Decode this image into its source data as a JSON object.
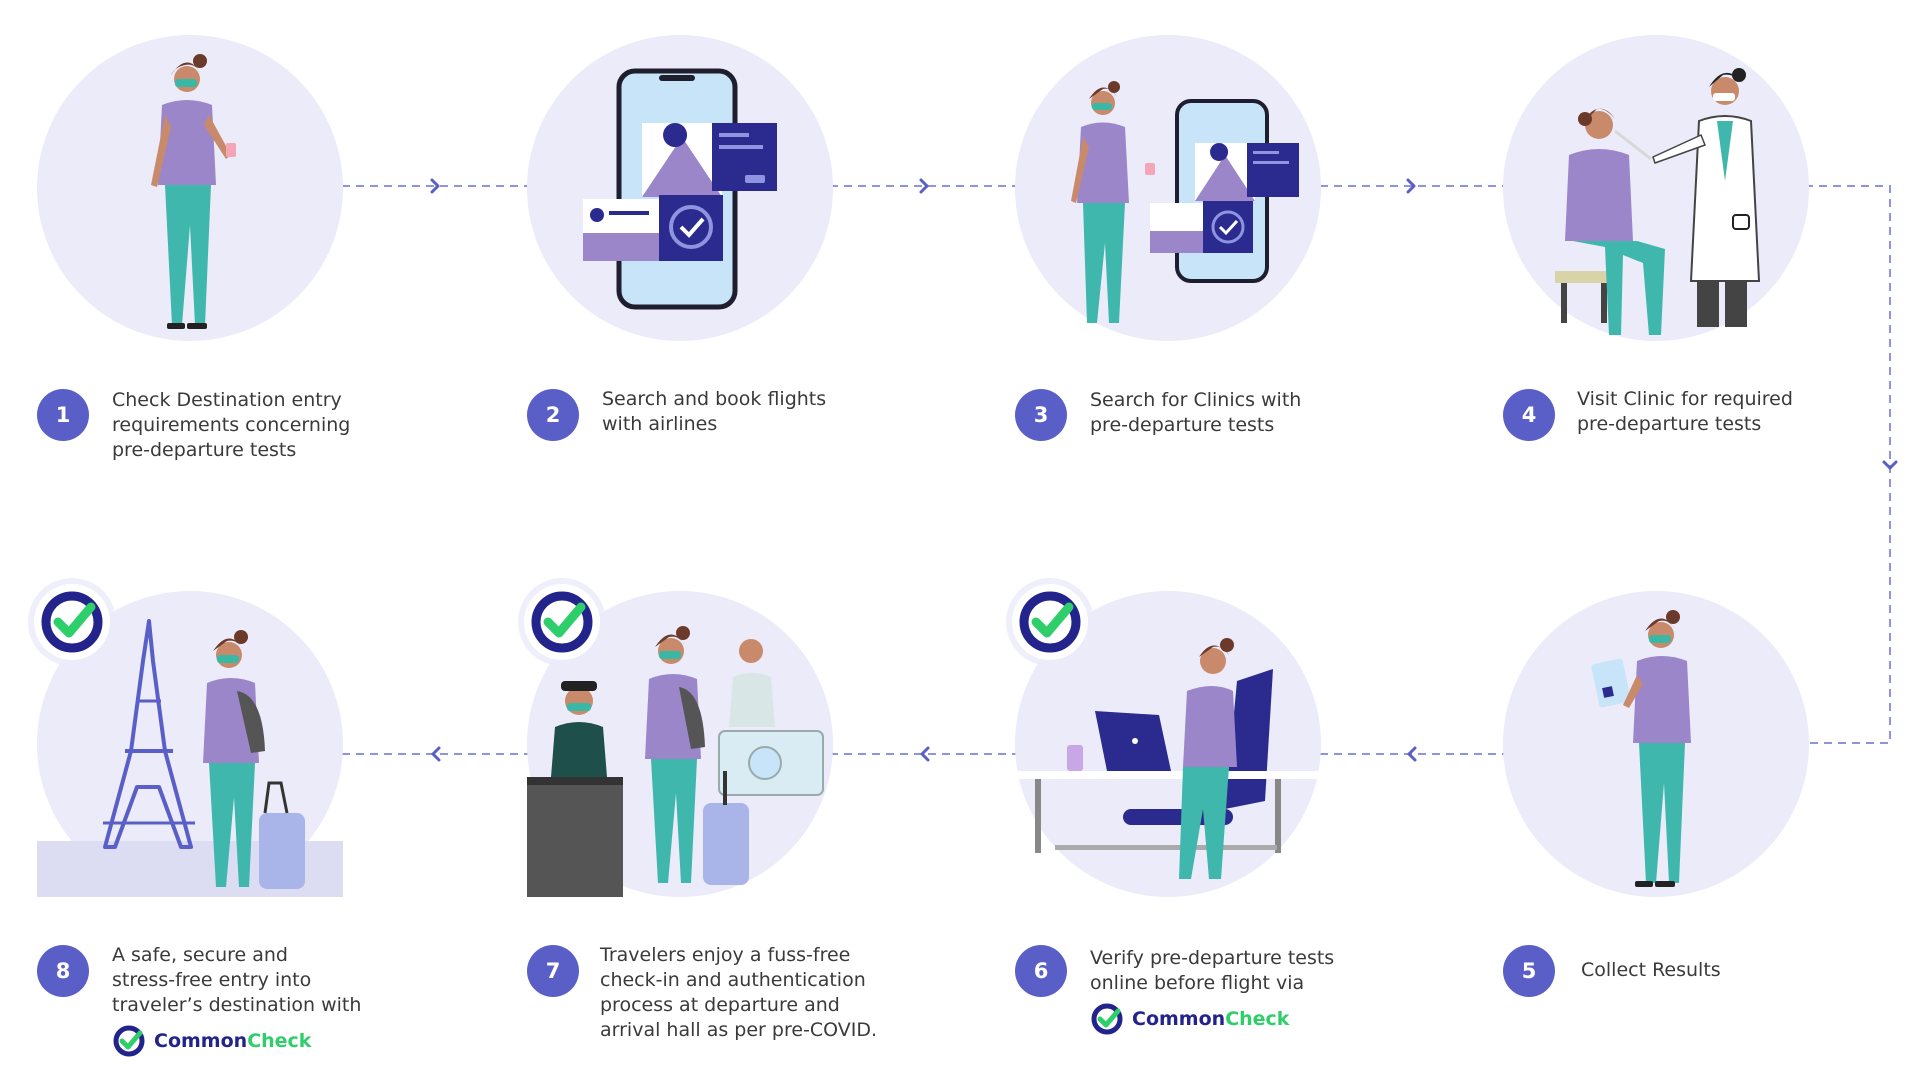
{
  "colors": {
    "accent": "#5a5fc8",
    "circle_bg": "#ebebf9",
    "brand_navy": "#23238c",
    "brand_green": "#2ecf6a",
    "connector": "#8f94e0"
  },
  "brand": {
    "part1": "Common",
    "part2": "Check"
  },
  "steps": [
    {
      "number": "1",
      "lines": [
        "Check Destination entry",
        "requirements concerning",
        "pre-departure tests"
      ],
      "icon": "traveler-phone"
    },
    {
      "number": "2",
      "lines": [
        "Search and book flights",
        "with airlines"
      ],
      "icon": "phone-booking"
    },
    {
      "number": "3",
      "lines": [
        "Search for Clinics with",
        "pre-departure tests"
      ],
      "icon": "traveler-clinic-search"
    },
    {
      "number": "4",
      "lines": [
        "Visit Clinic for required",
        "pre-departure tests"
      ],
      "icon": "nasal-swab-test"
    },
    {
      "number": "5",
      "lines": [
        "Collect Results"
      ],
      "icon": "traveler-results"
    },
    {
      "number": "6",
      "lines": [
        "Verify pre-departure tests",
        "online before flight via"
      ],
      "icon": "laptop-verify",
      "brand": true
    },
    {
      "number": "7",
      "lines": [
        "Travelers enjoy a fuss-free",
        "check-in and authentication",
        "process at departure and",
        "arrival hall as per pre-COVID."
      ],
      "icon": "airport-checkin"
    },
    {
      "number": "8",
      "lines": [
        "A safe, secure and",
        "stress-free entry into",
        "traveler’s destination with"
      ],
      "icon": "eiffel-arrival",
      "brand": true
    }
  ]
}
